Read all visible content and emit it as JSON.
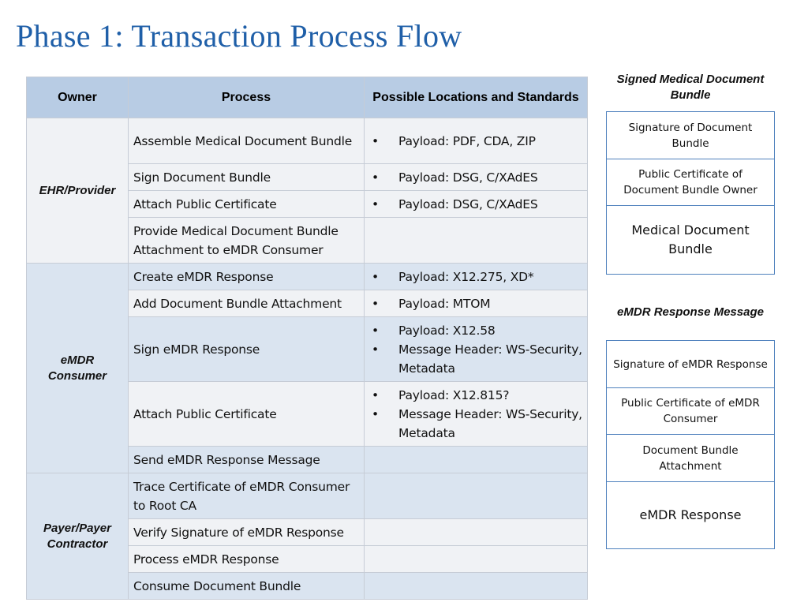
{
  "title": "Phase 1: Transaction Process Flow",
  "table": {
    "headers": [
      "Owner",
      "Process",
      "Possible Locations and Standards"
    ],
    "groups": [
      {
        "owner": "EHR/Provider",
        "rows": [
          {
            "process": "Assemble Medical Document Bundle",
            "locations": [
              "Payload: PDF, CDA, ZIP"
            ]
          },
          {
            "process": "Sign Document Bundle",
            "locations": [
              "Payload: DSG, C/XAdES"
            ]
          },
          {
            "process": "Attach Public Certificate",
            "locations": [
              "Payload: DSG, C/XAdES"
            ]
          },
          {
            "process": "Provide Medical Document Bundle Attachment to eMDR Consumer",
            "locations": []
          }
        ]
      },
      {
        "owner": "eMDR Consumer",
        "rows": [
          {
            "process": "Create eMDR Response",
            "locations": [
              "Payload: X12.275, XD*"
            ]
          },
          {
            "process": "Add Document Bundle Attachment",
            "locations": [
              "Payload: MTOM"
            ]
          },
          {
            "process": "Sign eMDR Response",
            "locations": [
              "Payload: X12.58",
              "Message Header: WS-Security, Metadata"
            ]
          },
          {
            "process": "Attach Public Certificate",
            "locations": [
              "Payload: X12.815?",
              "Message Header: WS-Security, Metadata"
            ]
          },
          {
            "process": "Send eMDR Response Message",
            "locations": []
          }
        ]
      },
      {
        "owner": "Payer/Payer Contractor",
        "rows": [
          {
            "process": "Trace Certificate of eMDR Consumer to Root CA",
            "locations": []
          },
          {
            "process": "Verify Signature of eMDR Response",
            "locations": []
          },
          {
            "process": "Process eMDR Response",
            "locations": []
          },
          {
            "process": "Consume Document Bundle",
            "locations": []
          }
        ]
      }
    ]
  },
  "signed_bundle": {
    "title": "Signed Medical Document Bundle",
    "boxes": [
      "Signature of Document Bundle",
      "Public Certificate of Document Bundle Owner",
      "Medical Document Bundle"
    ]
  },
  "response_message": {
    "title": "eMDR Response Message",
    "boxes": [
      "Signature of eMDR Response",
      "Public Certificate of eMDR Consumer",
      "Document Bundle Attachment",
      "eMDR Response"
    ]
  }
}
